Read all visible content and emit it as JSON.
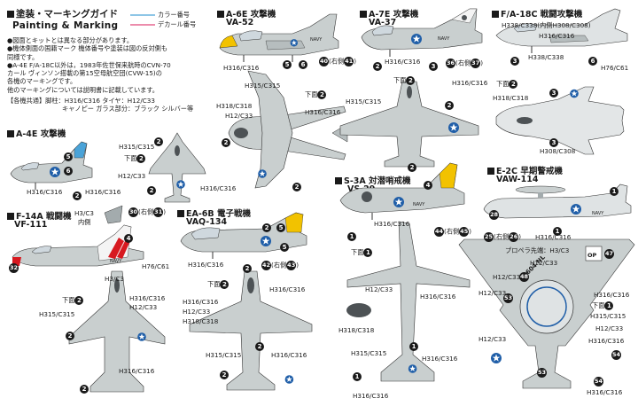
{
  "legend": {
    "title_jp": "塗装・マーキングガイド",
    "title_en": "Painting & Marking",
    "color_num": "カラー番号",
    "decal_num": "デカール番号"
  },
  "notes": [
    "●図面とキットとは異なる部分があります。",
    "●機体側面の国籍マーク 機体番号や塗装は図の反対側も",
    "  同様です。",
    "●A-4E F/A-18C以外は，1983年佐世保来航時のCVN-70",
    "  カール ヴィンソン搭載の第15空母航空団(CVW-15)の",
    "  各機のマーキングです。",
    "  他のマーキングについては説明書に記載しています。"
  ],
  "common": [
    "【各機共通】脚柱：H316/C316  タイヤ：H12/C33",
    "キャノピー ガラス部分：ブラック シルバー等"
  ],
  "aircraft": {
    "a4e": {
      "name": "A-4E 攻撃機"
    },
    "a6e": {
      "name": "A-6E 攻撃機",
      "unit": "VA-52"
    },
    "a7e": {
      "name": "A-7E 攻撃機",
      "unit": "VA-37"
    },
    "fa18": {
      "name": "F/A-18C 戦闘攻撃機"
    },
    "f14": {
      "name": "F-14A 戦闘機",
      "unit": "VF-111"
    },
    "ea6b": {
      "name": "EA-6B 電子戦機",
      "unit": "VAQ-134"
    },
    "s3a": {
      "name": "S-3A 対潜哨戒機",
      "unit": "VS-29"
    },
    "e2c": {
      "name": "E-2C 早期警戒機",
      "unit": "VAW-114"
    }
  },
  "words": {
    "bottom": "下面",
    "right": "右側",
    "inside": "内側",
    "propeller_tip": "プロペラ先端：",
    "navy": "NAVY",
    "e2c_tail_code": "604 NL",
    "op": "OP"
  },
  "colors": {
    "H316/C316": "H316/C316",
    "H315/C315": "H315/C315",
    "H12/C33": "H12/C33",
    "H318/C318": "H318/C318",
    "H338/C338": "H338/C338",
    "H308/C308": "H308/C308",
    "H76/C61": "H76/C61",
    "H3/C3": "H3/C3",
    "H338_inner": "H338/C338(内側H308/C308)"
  },
  "palette": {
    "gull": "#c9cfcf",
    "gray": "#a3abad",
    "dark": "#4d5255",
    "white": "#f4f4f4",
    "red": "#d71920",
    "blue": "#1f5ea8",
    "yellow": "#f2c200",
    "cyan": "#4aa3d8",
    "pink": "#e0487a"
  }
}
